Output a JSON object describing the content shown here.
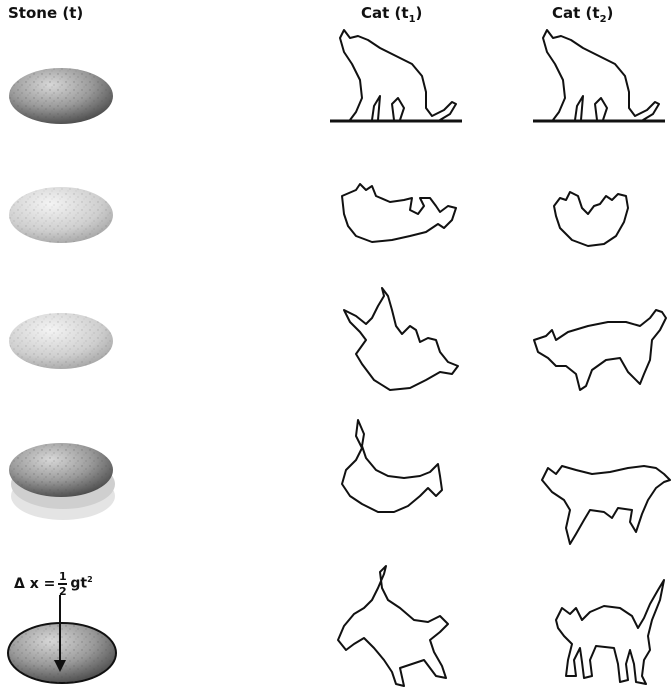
{
  "columns": {
    "stone": "Stone (t)",
    "cat1_base": "Cat (t",
    "cat1_sub": "1",
    "cat2_base": "Cat (t",
    "cat2_sub": "2",
    "close": ")"
  },
  "formula": {
    "delta": "Δ x =",
    "num": "1",
    "den": "2",
    "term": "gt",
    "exp": "2"
  }
}
